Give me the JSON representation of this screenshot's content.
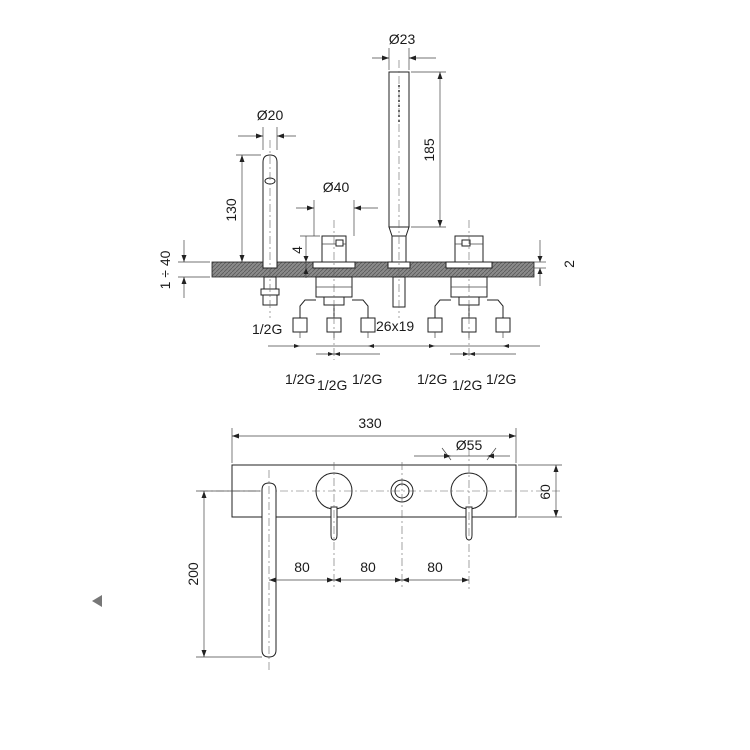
{
  "drawing": {
    "side_view": {
      "spout_diameter": "Ø20",
      "spout_height": "130",
      "handle_diameter": "Ø40",
      "hand_shower_diameter": "Ø23",
      "hand_shower_length": "185",
      "deck_thickness_range": "1 ÷ 40",
      "cap_height": "4",
      "deck_offset": "2",
      "left_connection": "1/2G",
      "bracket_size": "26x19",
      "left_valve_connections": [
        "1/2G",
        "1/2G",
        "1/2G"
      ],
      "right_valve_connections": [
        "1/2G",
        "1/2G",
        "1/2G"
      ]
    },
    "front_view": {
      "overall_width": "330",
      "handle_diameter": "Ø55",
      "plate_height": "60",
      "spout_length": "200",
      "spacing_1": "80",
      "spacing_2": "80",
      "spacing_3": "80"
    },
    "colors": {
      "line": "#222222",
      "deck_fill": "#7a7a7a",
      "background": "#ffffff"
    }
  }
}
